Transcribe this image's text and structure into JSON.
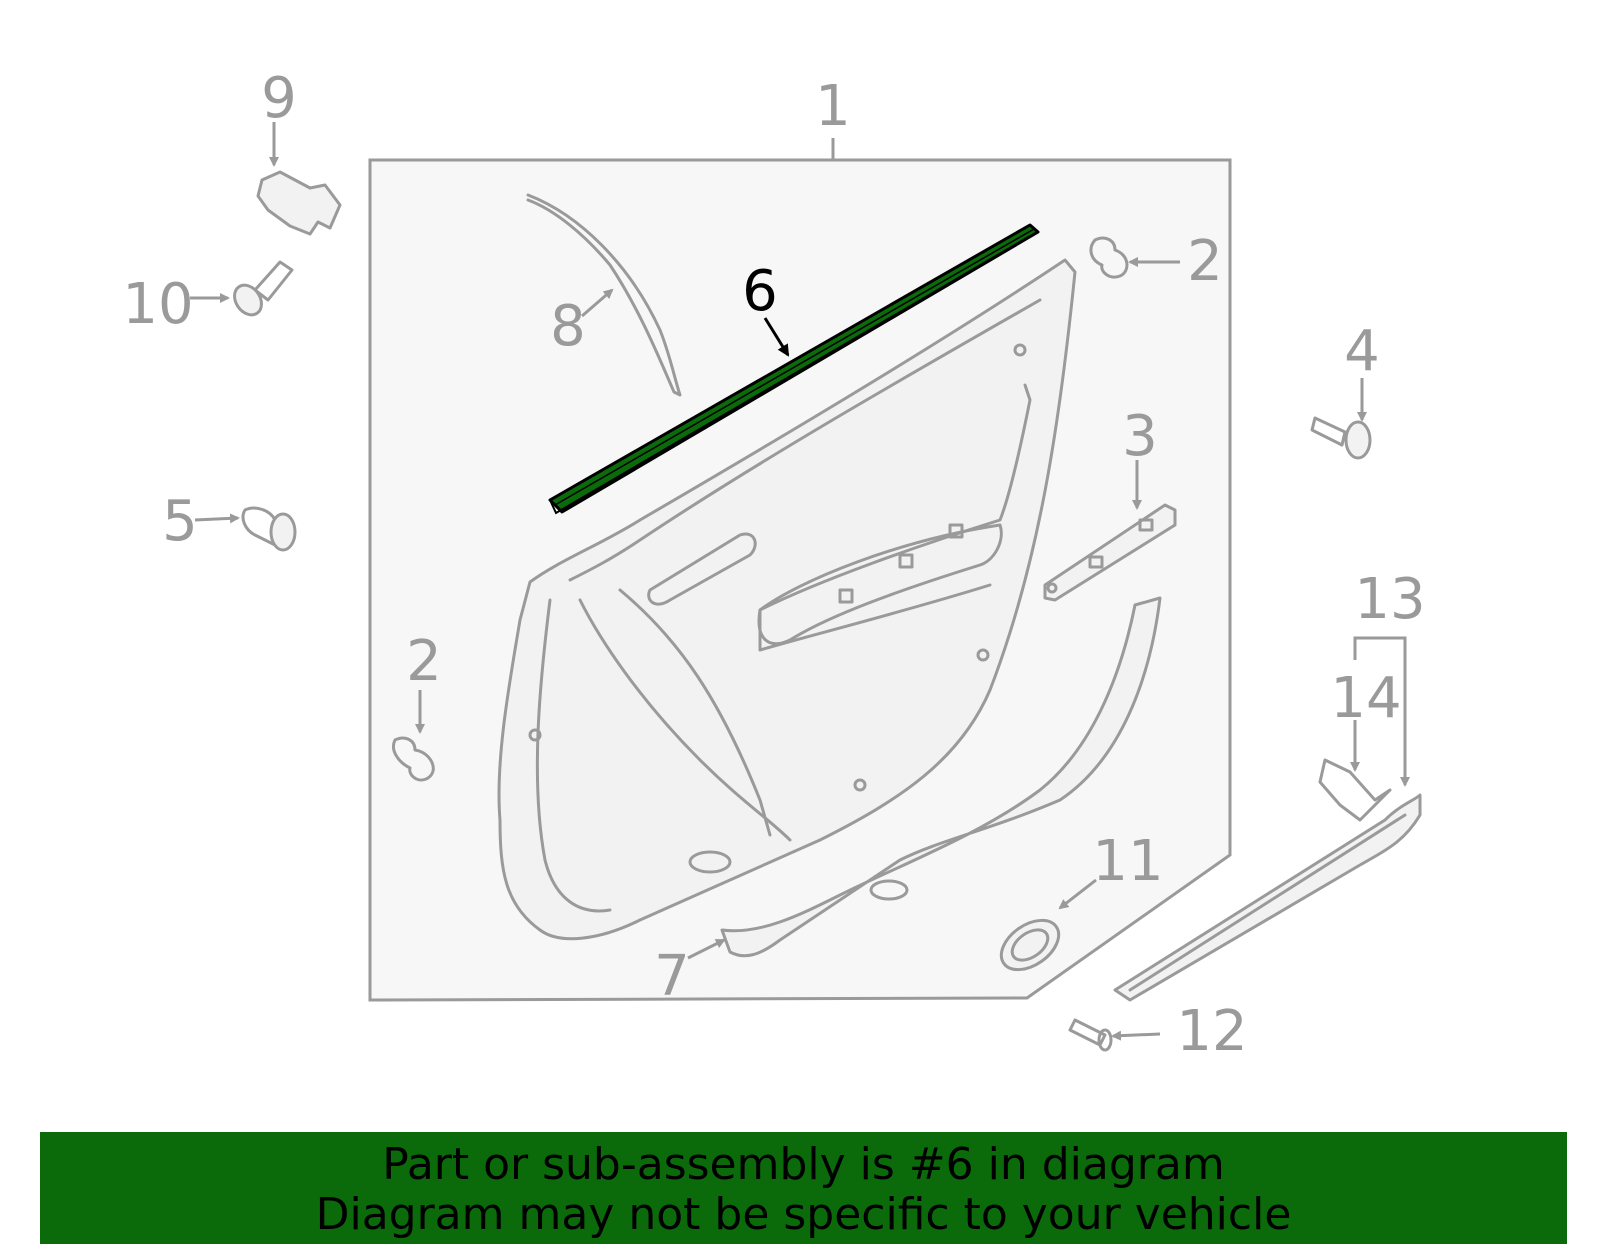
{
  "diagram": {
    "highlighted_part": "6",
    "highlight_color": "#0b6b0b",
    "callouts": {
      "c1": "1",
      "c2a": "2",
      "c2b": "2",
      "c3": "3",
      "c4": "4",
      "c5": "5",
      "c6": "6",
      "c7": "7",
      "c8": "8",
      "c9": "9",
      "c10": "10",
      "c11": "11",
      "c12": "12",
      "c13": "13",
      "c14": "14"
    }
  },
  "banner": {
    "line1": "Part or sub-assembly is #6 in diagram",
    "line2": "Diagram may not be specific to your vehicle",
    "background": "#0b6b0b"
  }
}
